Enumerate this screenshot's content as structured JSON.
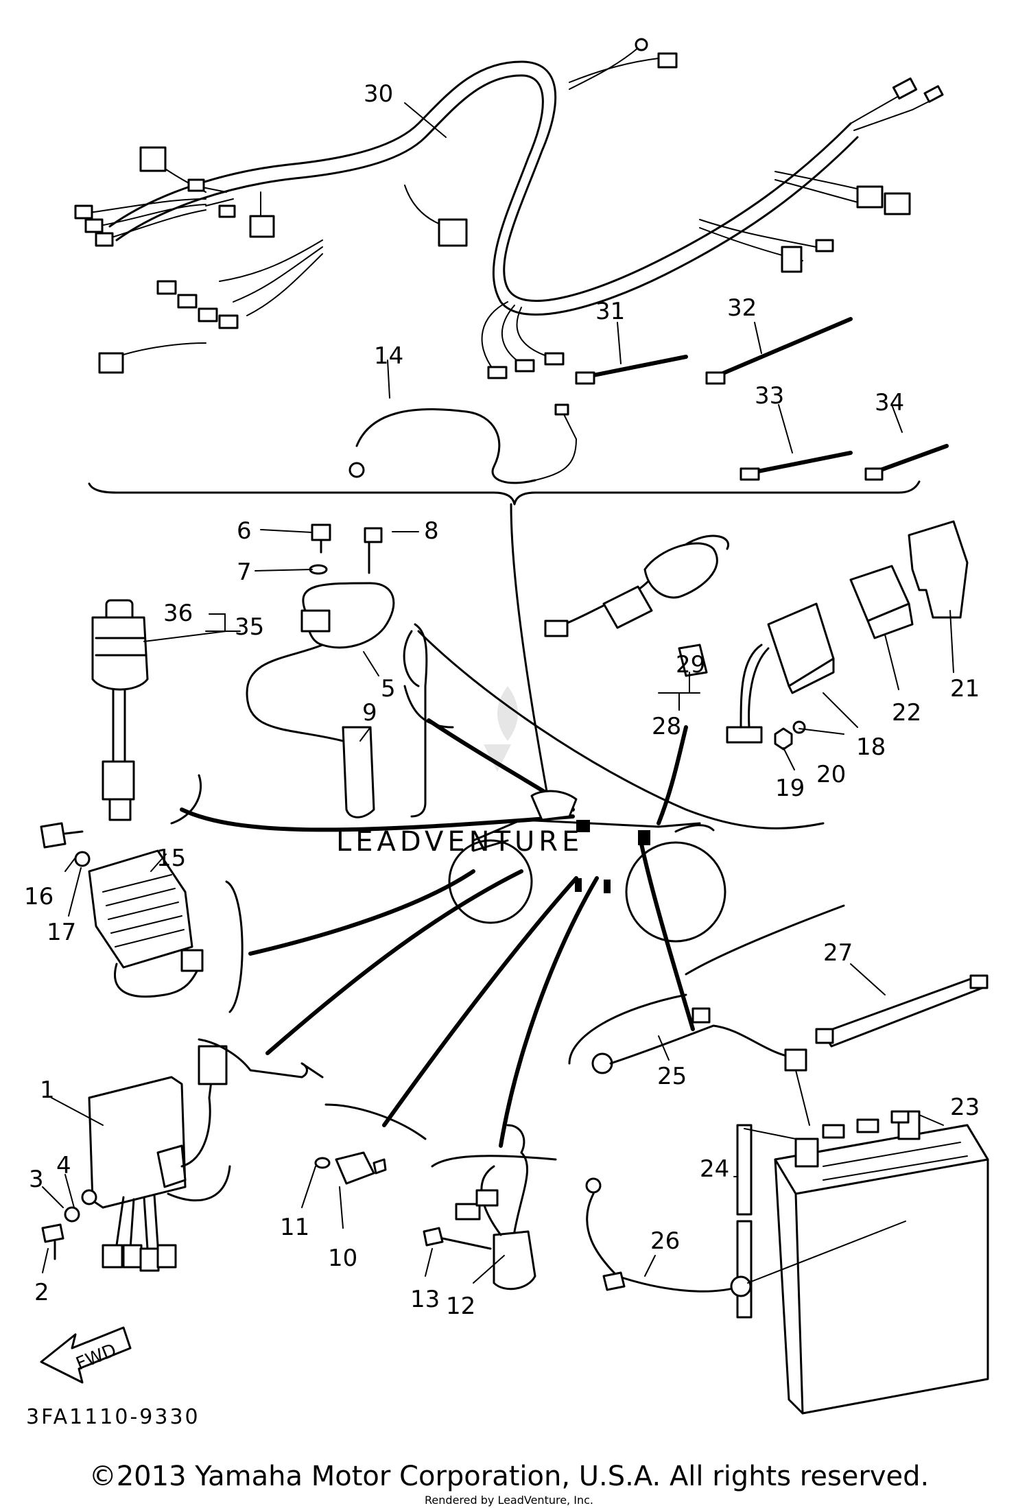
{
  "diagram": {
    "code": "3FA1110-9330",
    "fwd_label": "FWD",
    "copyright": "©2013 Yamaha Motor Corporation, U.S.A. All rights reserved.",
    "credit": "Rendered by LeadVenture, Inc.",
    "watermark": "LEADVENTURE",
    "callouts": [
      "1",
      "2",
      "3",
      "4",
      "5",
      "6",
      "7",
      "8",
      "9",
      "10",
      "11",
      "12",
      "13",
      "14",
      "15",
      "16",
      "17",
      "18",
      "19",
      "20",
      "21",
      "22",
      "23",
      "24",
      "25",
      "26",
      "27",
      "28",
      "29",
      "30",
      "31",
      "32",
      "33",
      "34",
      "35",
      "36"
    ]
  }
}
